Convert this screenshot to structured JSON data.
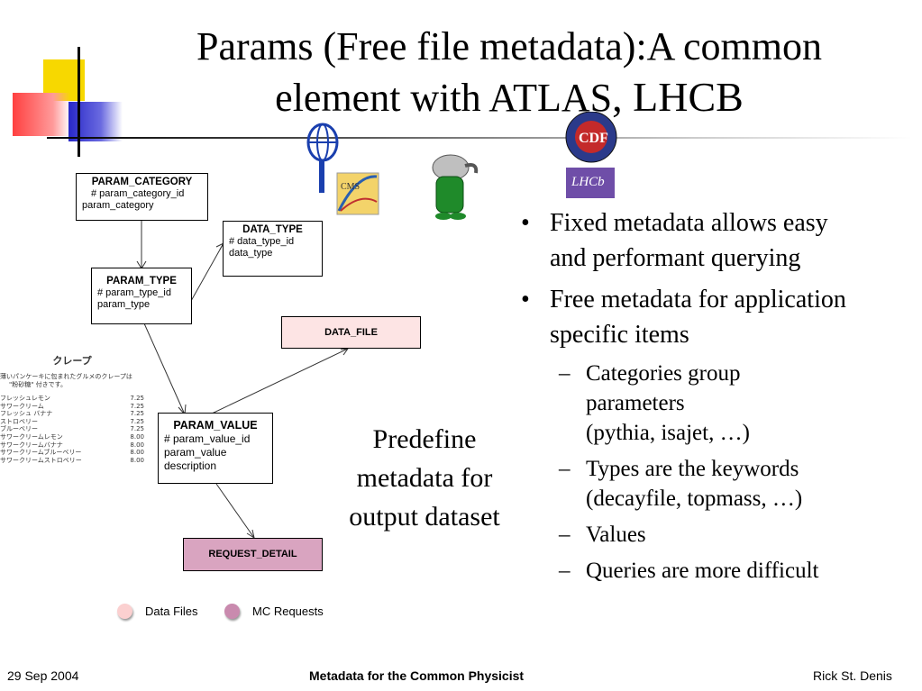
{
  "slide": {
    "title_line1": "Params (Free file metadata):A common",
    "title_line2": "element with ATLAS",
    "title_line2b": ", LHCB"
  },
  "diagram": {
    "param_category": {
      "name": "PARAM_CATEGORY",
      "fields": [
        "# param_category_id",
        "param_category"
      ]
    },
    "data_type": {
      "name": "DATA_TYPE",
      "fields": [
        "# data_type_id",
        "data_type"
      ]
    },
    "param_type": {
      "name": "PARAM_TYPE",
      "fields": [
        "# param_type_id",
        "param_type"
      ]
    },
    "data_file": {
      "name": "DATA_FILE"
    },
    "param_value": {
      "name": "PARAM_VALUE",
      "fields": [
        "# param_value_id",
        "param_value",
        "description"
      ]
    },
    "request_detail": {
      "name": "REQUEST_DETAIL"
    },
    "legend": {
      "data_files": "Data Files",
      "mc_requests": "MC Requests"
    },
    "colors": {
      "data_file": "#fde4e4",
      "request": "#d9a4c0"
    }
  },
  "crepe_image": {
    "title": "クレープ",
    "caption1": "薄いパンケーキに包まれたグルメのクレープは",
    "caption2": "\"粉砂糖\" 付きです。",
    "items": [
      {
        "name": "フレッシュレモン",
        "price": "7.25"
      },
      {
        "name": "サワークリーム",
        "price": "7.25"
      },
      {
        "name": "フレッシュ バナナ",
        "price": "7.25"
      },
      {
        "name": "ストロベリー",
        "price": "7.25"
      },
      {
        "name": "ブルーベリー",
        "price": "7.25"
      },
      {
        "name": "サワークリームレモン",
        "price": "8.00"
      },
      {
        "name": "サワークリームバナナ",
        "price": "8.00"
      },
      {
        "name": "サワークリームブルーベリー",
        "price": "8.00"
      },
      {
        "name": "サワークリームストロベリー",
        "price": "8.00"
      }
    ]
  },
  "logos": {
    "cms": "CMS",
    "cdf": "CDF",
    "lhcb": "LHCb",
    "babar": "babar-elephant",
    "atlas": "atlas-logo"
  },
  "predefine": {
    "line1": "Predefine",
    "line2": "metadata for",
    "line3": "output dataset"
  },
  "bullets": [
    {
      "text": "Fixed metadata allows easy and performant querying"
    },
    {
      "text": "Free metadata for application specific items"
    }
  ],
  "subbullets": [
    {
      "line1": "Categories group parameters",
      "line2": "(pythia, isajet, …)"
    },
    {
      "line1": "Types are the keywords",
      "line2": "(decayfile, topmass, …)"
    },
    {
      "line1": "Values",
      "line2": ""
    },
    {
      "line1": "Queries are more difficult",
      "line2": ""
    }
  ],
  "footer": {
    "date": "29 Sep 2004",
    "center": "Metadata for the Common Physicist",
    "author": "Rick St. Denis"
  }
}
